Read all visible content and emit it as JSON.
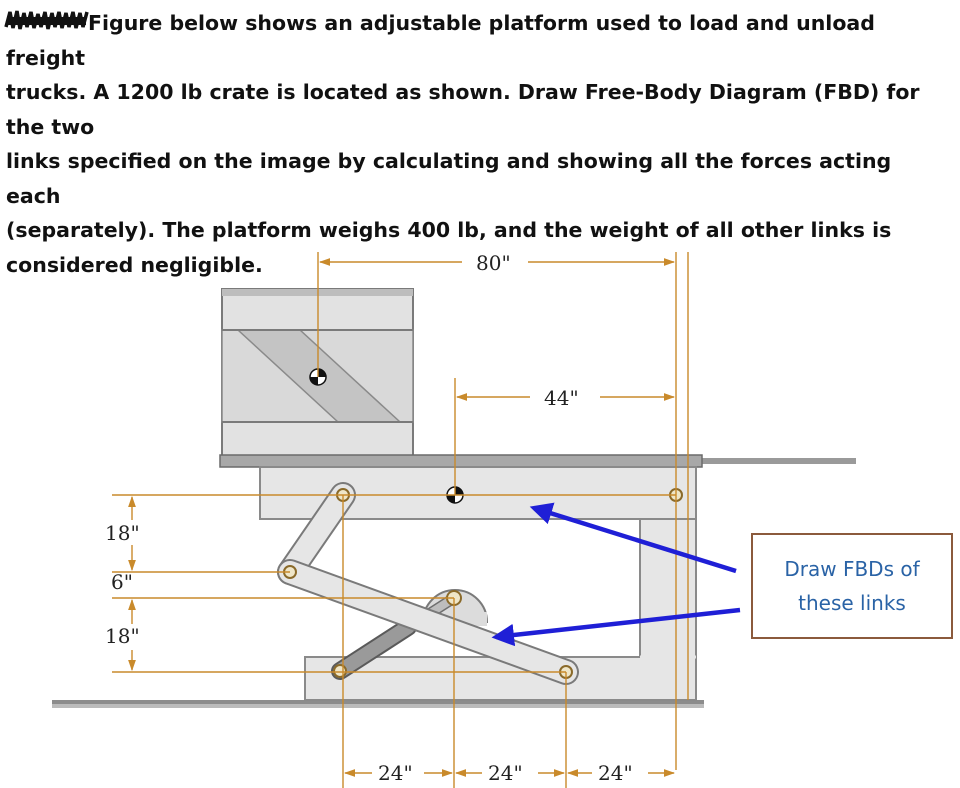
{
  "problem": {
    "redacted_prefix": "",
    "lines": [
      "Figure below shows an adjustable platform used to load and unload freight",
      "trucks. A 1200 lb crate is located as shown. Draw Free-Body Diagram (FBD) for the two",
      "links specified on the image by calculating and showing all the forces acting each",
      "(separately). The platform weighs 400 lb, and the weight of all other links is",
      "considered negligible."
    ]
  },
  "callout": {
    "line1": "Draw FBDs of",
    "line2": "these links"
  },
  "dimensions": {
    "top_span": "80\"",
    "platform_offset": "44\"",
    "upper_height": "18\"",
    "middle_height": "6\"",
    "lower_height": "18\"",
    "bottom_left": "24\"",
    "bottom_middle": "24\"",
    "bottom_right": "24\""
  },
  "colors": {
    "dimension_line": "#c98a2b",
    "arrow": "#1f1fd6",
    "callout_text": "#2a63a6",
    "callout_border": "#8b5a3c",
    "structure_fill": "#e4e4e4",
    "structure_edge": "#8a8a8a"
  }
}
